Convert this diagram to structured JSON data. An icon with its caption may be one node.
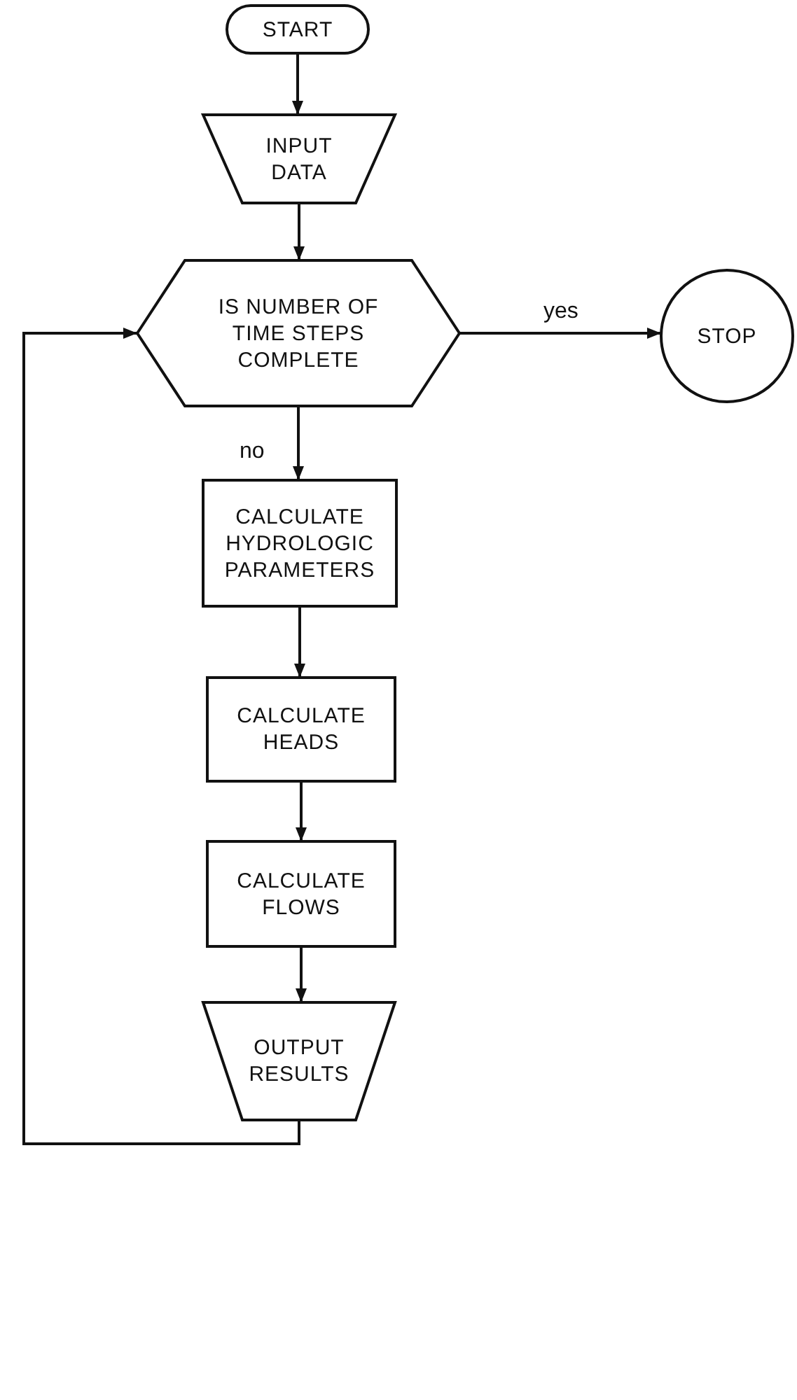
{
  "diagram": {
    "nodes": [
      {
        "text": [
          "START"
        ]
      },
      {
        "text": [
          "INPUT DATA"
        ]
      },
      {
        "text": [
          "IS NUMBER OF TIME STEPS COMPLETE"
        ]
      },
      {
        "text": [
          "STOP"
        ]
      },
      {
        "text": [
          "CALCULATE HYDROLOGIC PARAMETERS"
        ]
      },
      {
        "text": [
          "CALCULATE HEADS"
        ]
      },
      {
        "text": [
          "CALCULATE FLOWS"
        ]
      },
      {
        "text": [
          "OUTPUT RESULTS"
        ]
      }
    ],
    "edges": [
      {
        "from": 0,
        "to": 1,
        "arrow": "to"
      },
      {
        "from": 1,
        "to": 2,
        "arrow": "to"
      },
      {
        "from": 2,
        "to": 3,
        "arrow": "to",
        "label": "yes"
      },
      {
        "from": 2,
        "to": 4,
        "arrow": "to",
        "label": "no"
      },
      {
        "from": 4,
        "to": 5,
        "arrow": "to"
      },
      {
        "from": 5,
        "to": 6,
        "arrow": "to"
      },
      {
        "from": 6,
        "to": 7,
        "arrow": "to"
      },
      {
        "from": 7,
        "to": 2,
        "arrow": "to"
      }
    ]
  }
}
